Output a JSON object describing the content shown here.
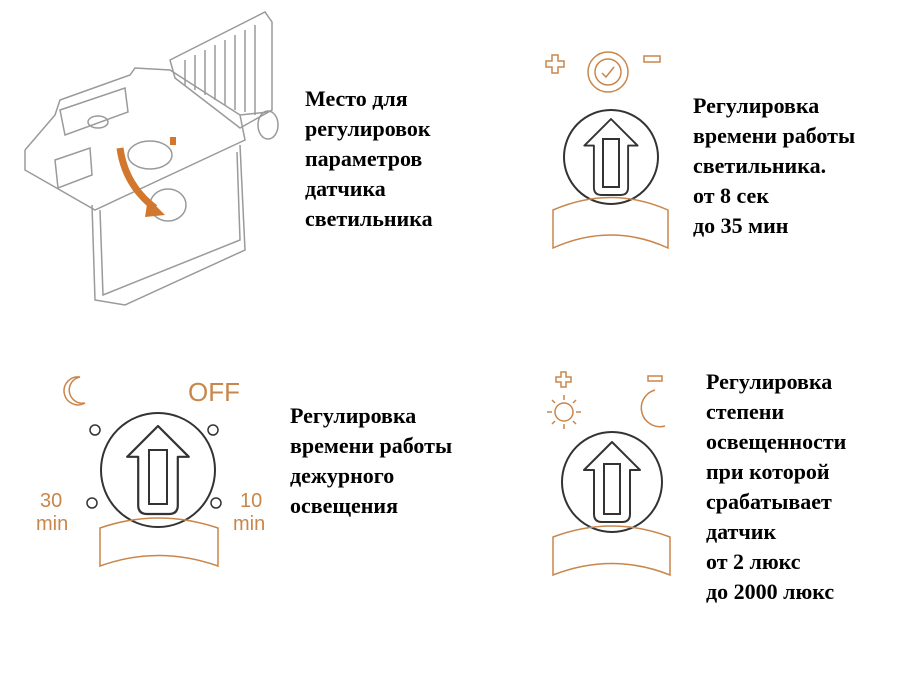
{
  "panels": {
    "location": {
      "lines": [
        "Место для",
        "регулировок",
        "параметров",
        "датчика",
        "светильника"
      ]
    },
    "time": {
      "lines": [
        "Регулировка",
        "времени работы",
        "светильника.",
        "от 8 сек",
        "до 35 мин"
      ]
    },
    "standby": {
      "lines": [
        "Регулировка",
        "времени работы",
        "дежурного",
        "освещения"
      ],
      "dial_labels": {
        "off": "OFF",
        "left_num": "30",
        "left_unit": "min",
        "right_num": "10",
        "right_unit": "min"
      }
    },
    "lux": {
      "lines": [
        "Регулировка",
        "степени",
        "освещенности",
        "при которой",
        "срабатывает",
        "датчик",
        "от 2 люкс",
        "до 2000 люкс"
      ]
    }
  },
  "colors": {
    "accent": "#c9864a",
    "line": "#333333",
    "device": "#9a9a9a"
  }
}
